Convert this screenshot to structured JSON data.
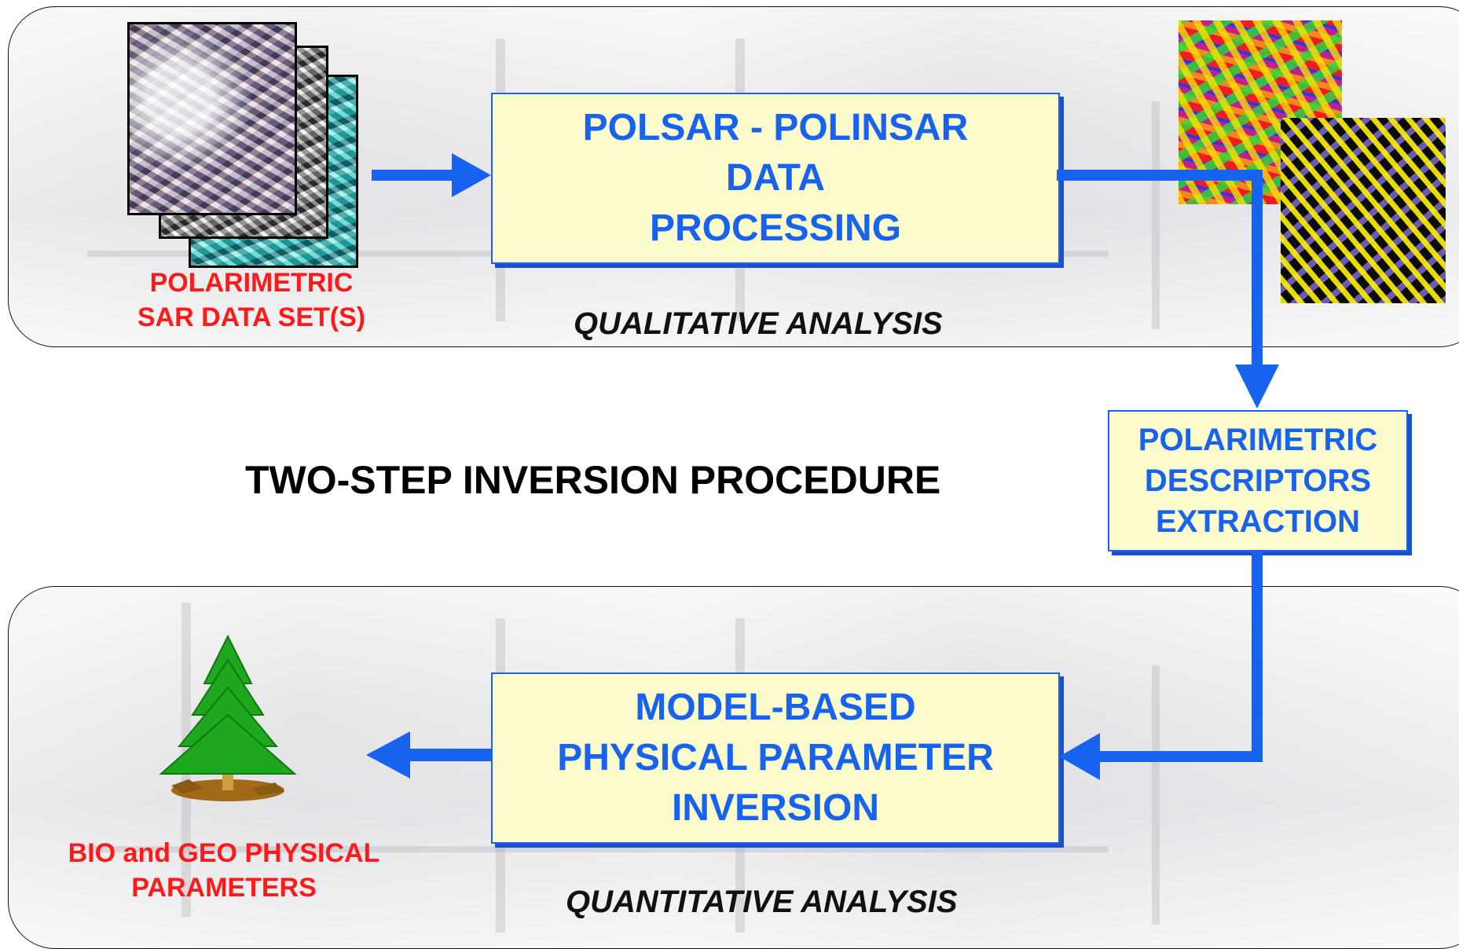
{
  "top_panel": {
    "process_box": [
      "POLSAR - POLINSAR",
      "DATA",
      "PROCESSING"
    ],
    "input_label": [
      "POLARIMETRIC",
      "SAR DATA SET(S)"
    ],
    "caption": "QUALITATIVE ANALYSIS"
  },
  "center_title": "TWO-STEP INVERSION PROCEDURE",
  "descriptor_box": [
    "POLARIMETRIC",
    "DESCRIPTORS",
    "EXTRACTION"
  ],
  "bottom_panel": {
    "inversion_box": [
      "MODEL-BASED",
      "PHYSICAL PARAMETER",
      "INVERSION"
    ],
    "output_label": [
      "BIO and GEO PHYSICAL",
      "PARAMETERS"
    ],
    "caption": "QUANTITATIVE ANALYSIS"
  },
  "icons": {
    "sar_stack": "sar-image-stack-icon",
    "classification_maps": "classification-map-icon",
    "tree": "tree-icon"
  },
  "colors": {
    "accent_blue": "#1763f0",
    "box_fill": "#fbfbcb",
    "label_red": "#ff1a1a"
  }
}
